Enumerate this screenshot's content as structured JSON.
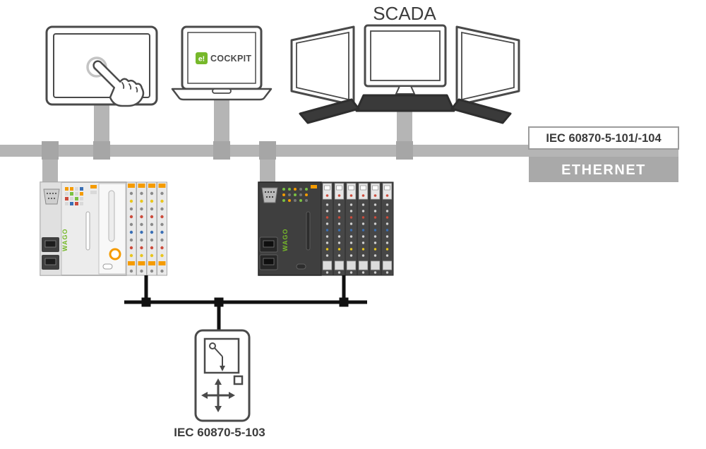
{
  "labels": {
    "scada": "SCADA",
    "protocol_top": "IEC 60870-5-101/-104",
    "ethernet": "ETHERNET",
    "protocol_bottom": "IEC 60870-5-103"
  },
  "cockpit": {
    "prefix": "e!",
    "name": "COCKPIT"
  },
  "devices": {
    "plc_left_logo": "WAGO",
    "plc_right_logo": "WAGO"
  },
  "colors": {
    "bus": "#b5b5b5",
    "junction": "#a6a6a6",
    "ethernet_box": "#a9a9a9",
    "outline": "#4a4a4a",
    "wago_green": "#76b82a",
    "serial": "#111111",
    "text_dark": "#3b3b3b"
  }
}
